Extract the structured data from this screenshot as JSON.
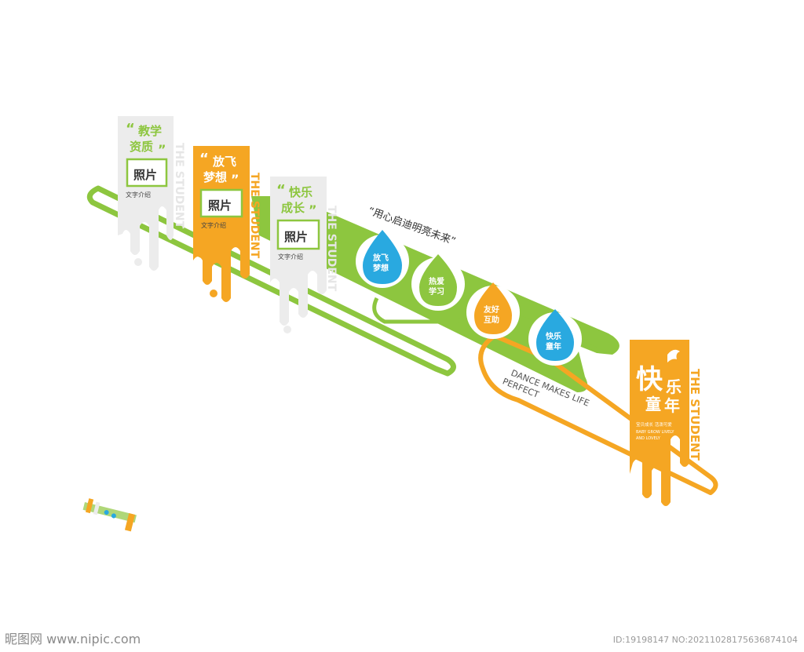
{
  "colors": {
    "green": "#8dc63f",
    "orange": "#f5a623",
    "gray_panel": "#ececec",
    "blue": "#29a9e0",
    "white": "#ffffff"
  },
  "panels": [
    {
      "title_line1": "教学",
      "title_line2": "资质",
      "photo_label": "照片",
      "caption": "文字介绍",
      "side_text": "THE STUDENT"
    },
    {
      "title_line1": "放飞",
      "title_line2": "梦想",
      "photo_label": "照片",
      "caption": "文字介绍",
      "side_text": "THE STUDENT"
    },
    {
      "title_line1": "快乐",
      "title_line2": "成长",
      "photo_label": "照片",
      "caption": "文字介绍",
      "side_text": "THE STUDENT"
    }
  ],
  "quote_marks": {
    "open": "“",
    "close": "”"
  },
  "slogan": "“用心启迪明亮未来”",
  "drops": [
    {
      "line1": "放飞",
      "line2": "梦想"
    },
    {
      "line1": "热爱",
      "line2": "学习"
    },
    {
      "line1": "友好",
      "line2": "互助"
    },
    {
      "line1": "快乐",
      "line2": "童年"
    }
  ],
  "dance_text": {
    "line1": "DANCE MAKES LIFE",
    "line2": "PERFECT"
  },
  "big_panel": {
    "char1": "快",
    "char2": "乐",
    "char3": "童",
    "char4": "年",
    "sub1": "宝贝成长 活泼可爱",
    "sub2": "BABY GROW LIVELY",
    "sub3": "AND LOVELY",
    "side_text": "THE STUDENT"
  },
  "watermark_left": "昵图网 www.nipic.com",
  "watermark_right": "ID:19198147 NO:20211028175636874104"
}
